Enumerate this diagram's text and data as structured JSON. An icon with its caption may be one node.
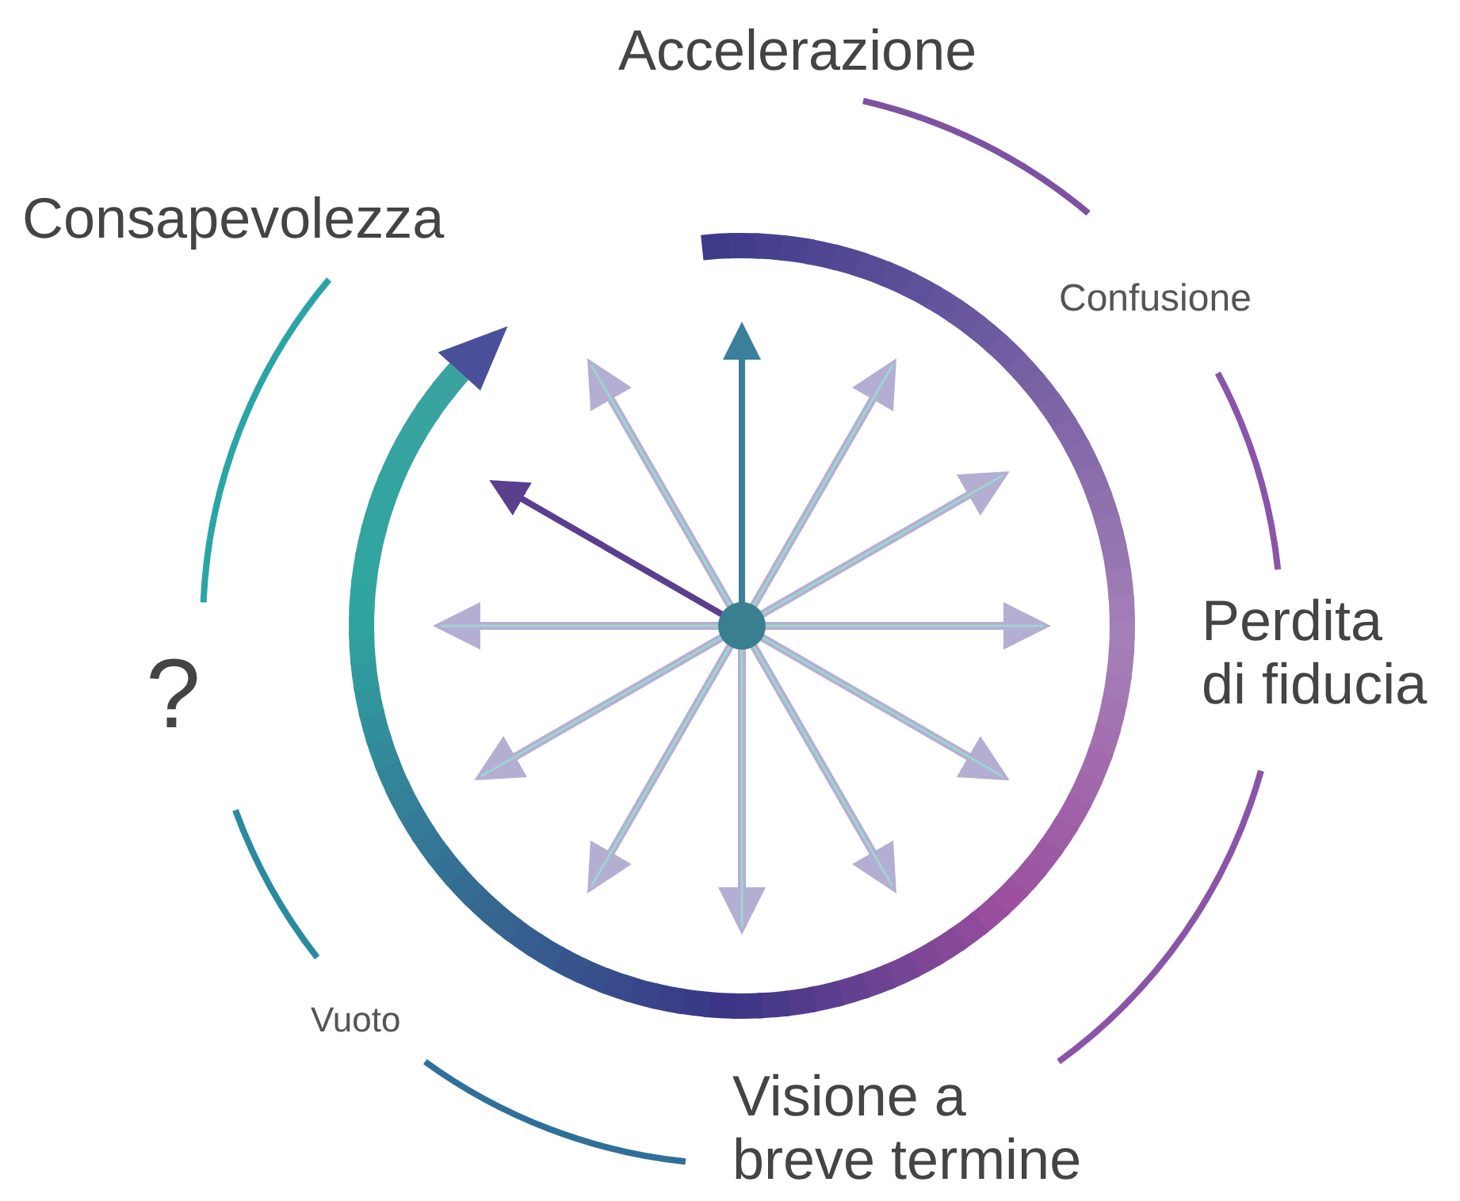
{
  "diagram": {
    "nodes": [
      {
        "text": [
          "Accelerazione"
        ]
      },
      {
        "text": [
          "Confusione"
        ]
      },
      {
        "text": [
          "Perdita di fiducia"
        ]
      },
      {
        "text": [
          "Visione a breve termine"
        ]
      },
      {
        "text": [
          "Vuoto"
        ]
      },
      {
        "text": [
          "?"
        ]
      },
      {
        "text": [
          "Consapevolezza"
        ]
      }
    ],
    "edges": [
      {
        "from": 0,
        "to": 1,
        "arrow": "none",
        "color": "#7d52a3"
      },
      {
        "from": 1,
        "to": 2,
        "arrow": "none",
        "color": "#8a55a8"
      },
      {
        "from": 2,
        "to": 3,
        "arrow": "none",
        "color": "#8a55a8"
      },
      {
        "from": 3,
        "to": 4,
        "arrow": "none",
        "color": "#2f6f9a"
      },
      {
        "from": 4,
        "to": 5,
        "arrow": "none",
        "color": "#2a8aa0"
      },
      {
        "from": 5,
        "to": 6,
        "arrow": "none",
        "color": "#2aa5a5"
      }
    ]
  }
}
